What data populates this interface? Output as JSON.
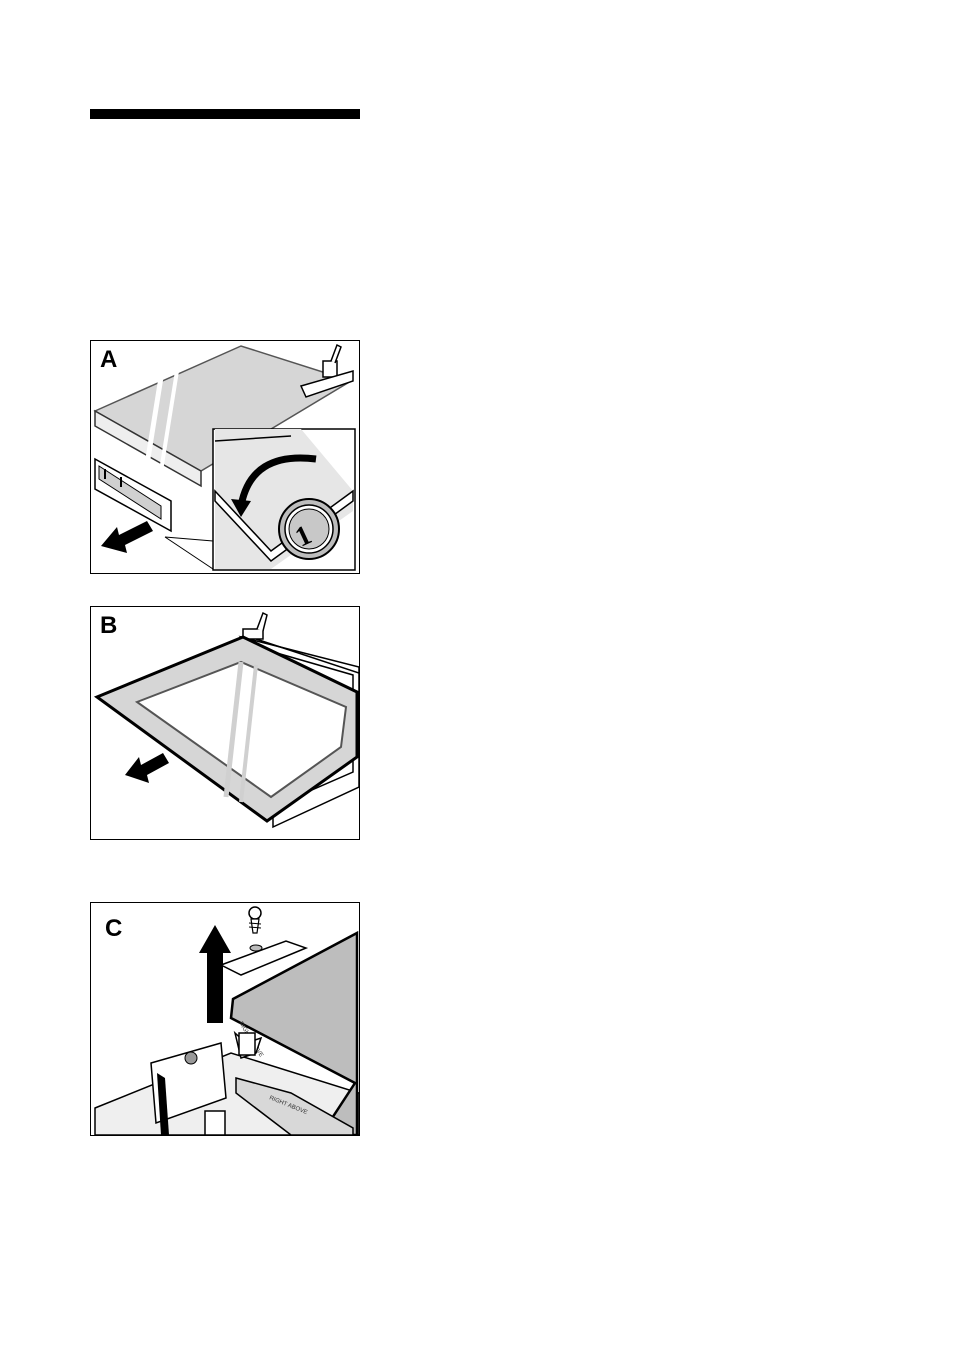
{
  "figures": [
    {
      "label": "A",
      "stamp_text": "1"
    },
    {
      "label": "B"
    },
    {
      "label": "C",
      "part_text": "RIGHT ABOVE"
    }
  ],
  "colors": {
    "ink": "#000000",
    "glass": "#d0d0d0",
    "panel_gray": "#bdbdbd"
  }
}
